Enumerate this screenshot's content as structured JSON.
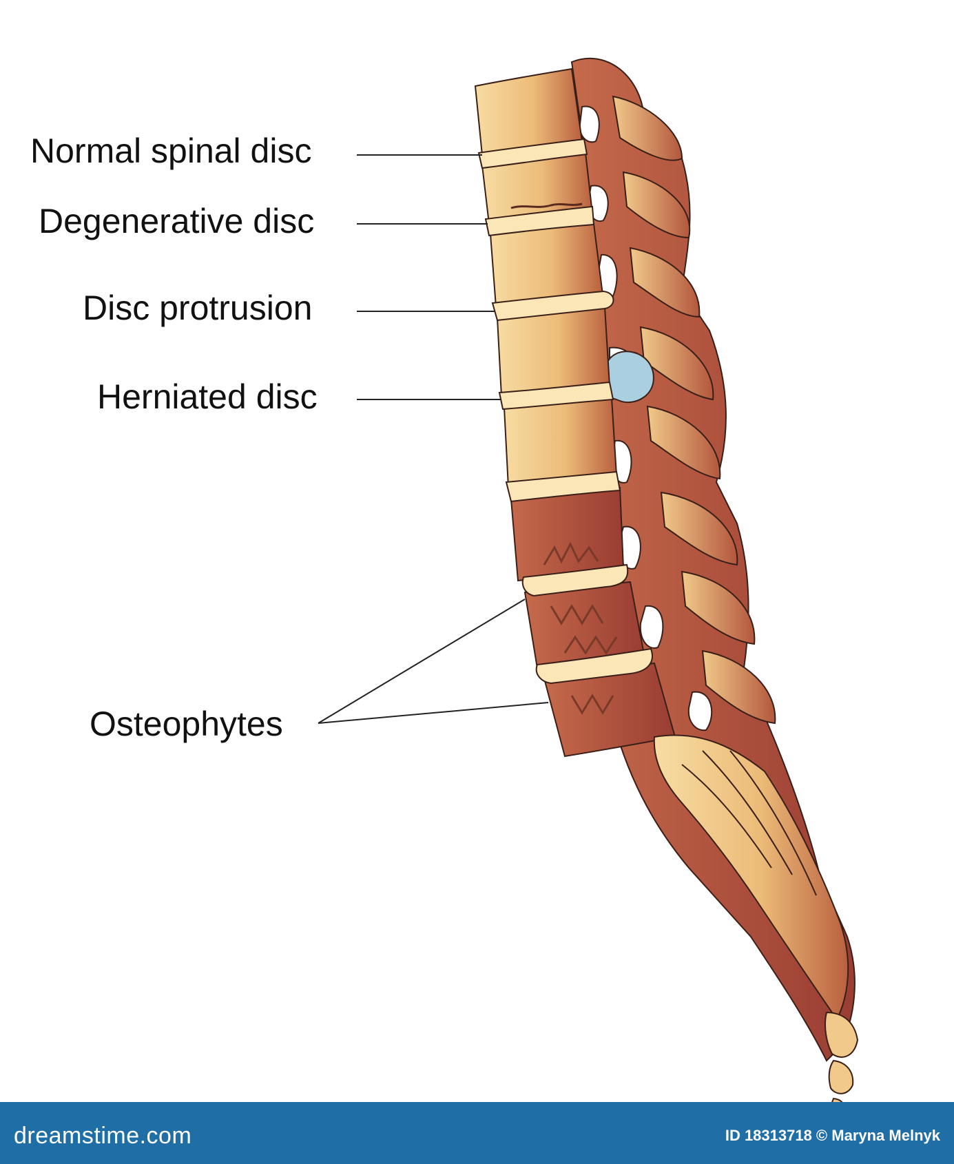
{
  "labels": {
    "normal": "Normal spinal disc",
    "degenerative": "Degenerative disc",
    "protrusion": "Disc protrusion",
    "herniated": "Herniated disc",
    "osteophytes": "Osteophytes"
  },
  "footer": {
    "logo": "dreamstime.com",
    "credit": "ID 18313718 © Maryna Melnyk"
  },
  "colors": {
    "bone_light": "#f3cf8f",
    "bone_mid": "#e0a865",
    "bone_dark": "#a8483a",
    "disc_light": "#fbe6b8",
    "hernia_blue": "#a9cfe0",
    "footer_bg": "#1f6ea6"
  }
}
